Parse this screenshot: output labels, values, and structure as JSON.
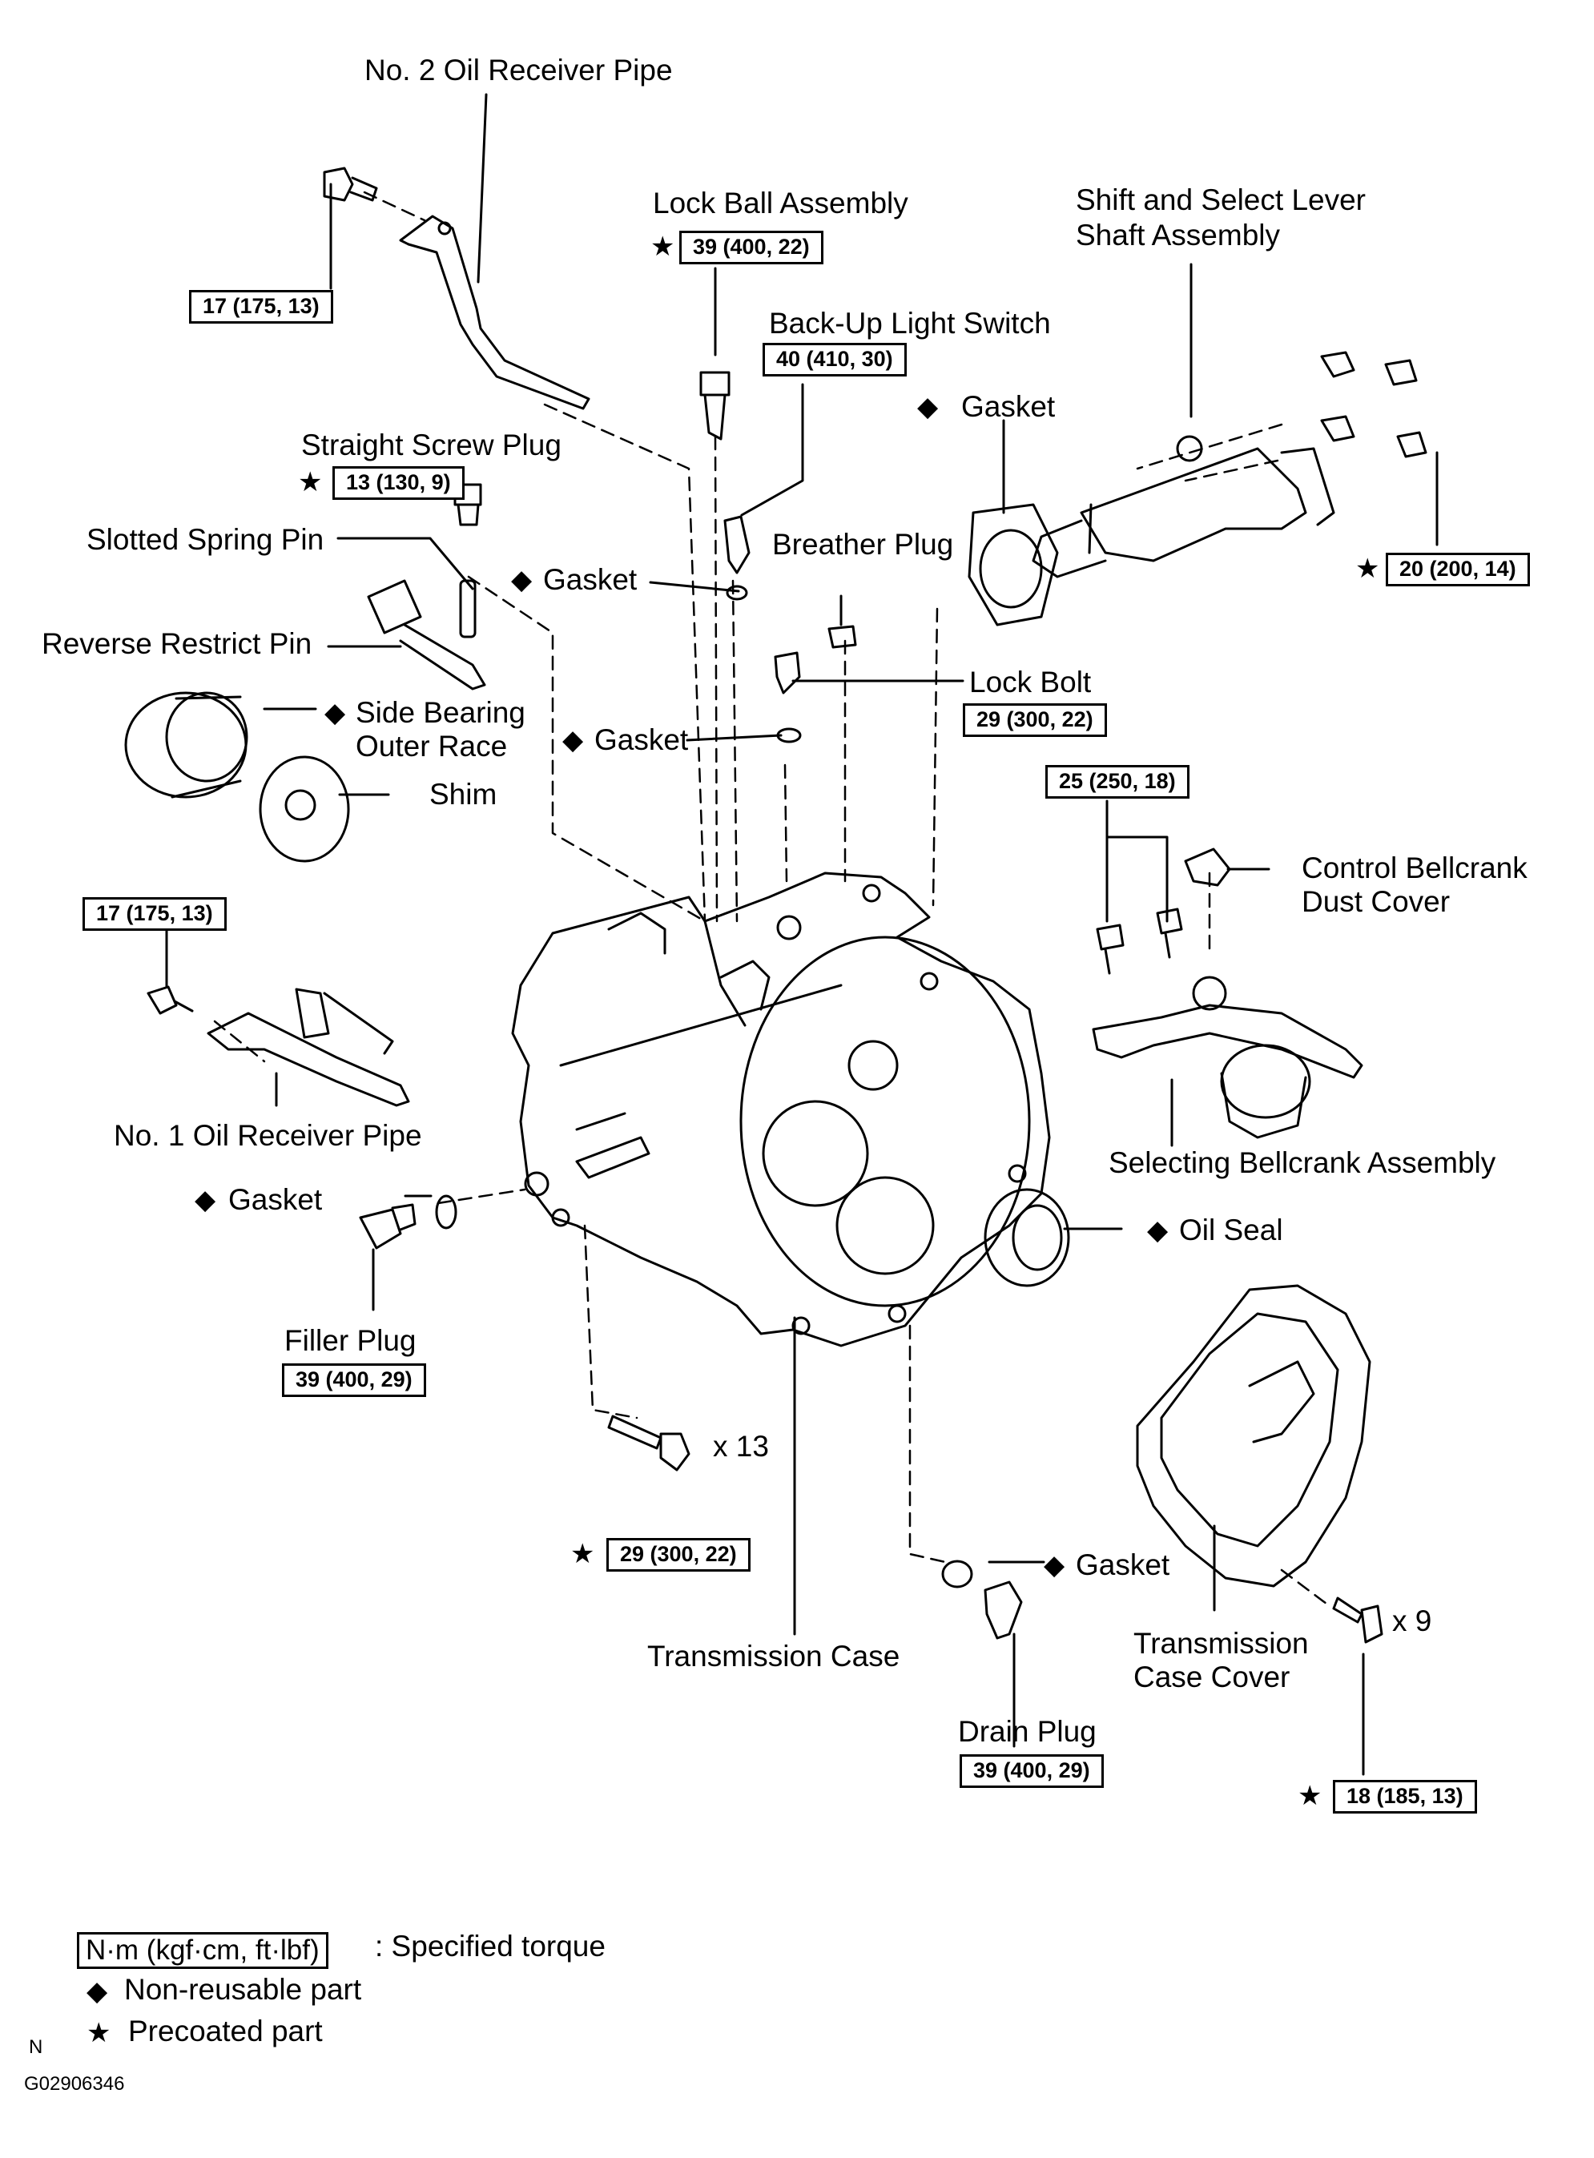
{
  "labels": {
    "no2_pipe": "No. 2 Oil Receiver Pipe",
    "lock_ball": "Lock Ball Assembly",
    "shift_select_1": "Shift and Select Lever",
    "shift_select_2": "Shaft Assembly",
    "backup_switch": "Back-Up  Light Switch",
    "gasket_top": "Gasket",
    "straight_plug": "Straight Screw Plug",
    "slotted_pin": "Slotted Spring Pin",
    "gasket_mid": "Gasket",
    "breather": "Breather Plug",
    "reverse_pin": "Reverse Restrict Pin",
    "lock_bolt": "Lock Bolt",
    "side_bearing_1": "Side Bearing",
    "side_bearing_2": "Outer Race",
    "gasket_low": "Gasket",
    "shim": "Shim",
    "dust_cover_1": "Control Bellcrank",
    "dust_cover_2": "Dust Cover",
    "no1_pipe": "No. 1 Oil Receiver Pipe",
    "selecting_bellcrank": "Selecting Bellcrank Assembly",
    "gasket_filler": "Gasket",
    "oil_seal": "Oil Seal",
    "filler_plug": "Filler Plug",
    "x13": "x 13",
    "gasket_drain": "Gasket",
    "x9": "x 9",
    "case_cover_1": "Transmission",
    "case_cover_2": "Case Cover",
    "trans_case": "Transmission Case",
    "drain_plug": "Drain Plug"
  },
  "torques": {
    "no2_pipe": "17 (175, 13)",
    "lock_ball": "39 (400, 22)",
    "backup_switch": "40 (410, 30)",
    "straight_plug": "13 (130, 9)",
    "shift_select": "20 (200, 14)",
    "lock_bolt": "29 (300, 22)",
    "bellcrank_bolts": "25 (250, 18)",
    "no1_pipe": "17 (175, 13)",
    "filler_plug": "39 (400, 29)",
    "case_bolts": "29 (300, 22)",
    "drain_plug": "39 (400, 29)",
    "cover_bolts": "18 (185, 13)"
  },
  "symbols": {
    "diamond": "◆",
    "star": "★"
  },
  "legend": {
    "unit_box": "N·m (kgf·cm, ft·lbf)",
    "unit_text": ": Specified torque",
    "non_reusable": "Non-reusable part",
    "precoated": "Precoated part"
  },
  "footer": {
    "letter": "N",
    "code": "G02906346"
  }
}
